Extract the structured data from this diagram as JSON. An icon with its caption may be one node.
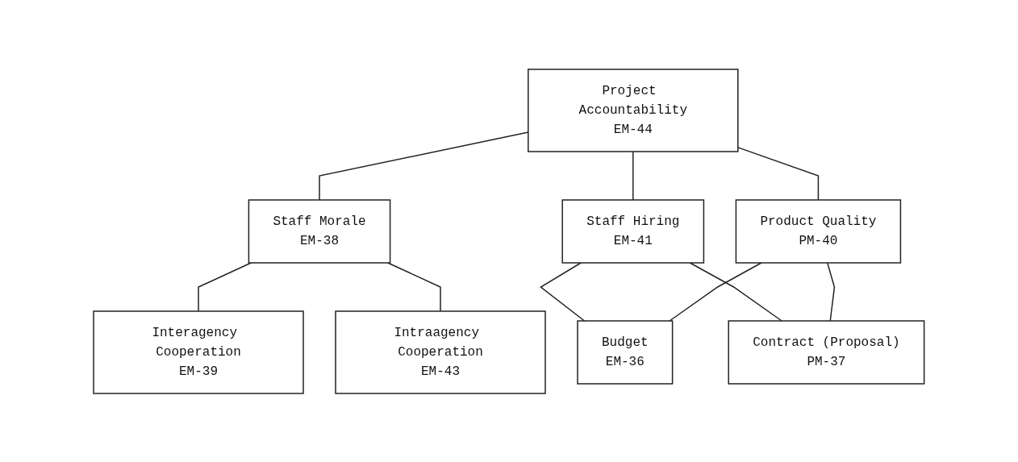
{
  "diagram": {
    "nodes": [
      {
        "text": [
          "Project Accountability",
          "EM-44"
        ]
      },
      {
        "text": [
          "Staff Morale",
          "EM-38"
        ]
      },
      {
        "text": [
          "Staff Hiring",
          "EM-41"
        ]
      },
      {
        "text": [
          "Product Quality",
          "PM-40"
        ]
      },
      {
        "text": [
          "Interagency Cooperation",
          "EM-39"
        ]
      },
      {
        "text": [
          "Intraagency Cooperation",
          "EM-43"
        ]
      },
      {
        "text": [
          "Budget",
          "EM-36"
        ]
      },
      {
        "text": [
          "Contract (Proposal)",
          "PM-37"
        ]
      }
    ],
    "edges": [
      {
        "from": 0,
        "to": 1,
        "arrow": "none"
      },
      {
        "from": 0,
        "to": 2,
        "arrow": "none"
      },
      {
        "from": 0,
        "to": 3,
        "arrow": "none"
      },
      {
        "from": 1,
        "to": 4,
        "arrow": "none"
      },
      {
        "from": 1,
        "to": 5,
        "arrow": "none"
      },
      {
        "from": 2,
        "to": 6,
        "arrow": "none"
      },
      {
        "from": 2,
        "to": 7,
        "arrow": "none"
      },
      {
        "from": 3,
        "to": 6,
        "arrow": "none"
      },
      {
        "from": 3,
        "to": 7,
        "arrow": "none"
      }
    ]
  }
}
